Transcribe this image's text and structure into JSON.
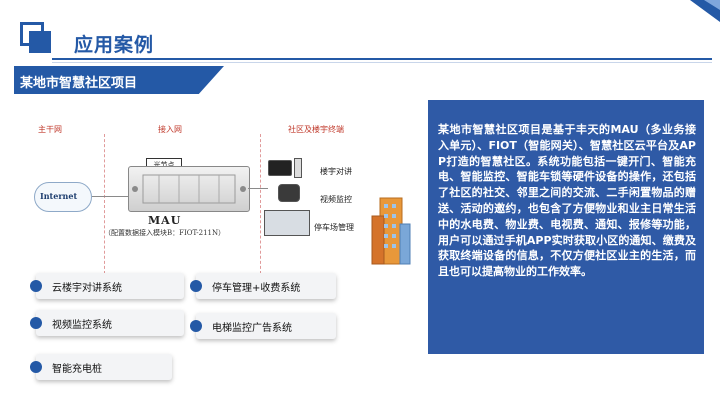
{
  "header": {
    "title": "应用案例"
  },
  "banner": {
    "label": "某地市智慧社区项目"
  },
  "diagram": {
    "zone_backbone": "主干网",
    "zone_access": "接入网",
    "zone_community": "社区及楼宇终端",
    "internet": "Internet",
    "fiber_label": "光节点",
    "device_name": "MAU",
    "device_config": "（配置数据接入模块B：FIOT-211N）",
    "terminals": [
      "楼宇对讲",
      "视频监控",
      "停车场管理"
    ]
  },
  "features": [
    "云楼宇对讲系统",
    "停车管理+收费系统",
    "视频监控系统",
    "电梯监控广告系统",
    "智能充电桩"
  ],
  "description": "某地市智慧社区项目是基于丰天的MAU（多业务接入单元）、FIOT（智能网关）、智慧社区云平台及APP打造的智慧社区。系统功能包括一键开门、智能充电、智能监控、智能车锁等硬件设备的操作，还包括了社区的社交、邻里之间的交流、二手闲置物品的赠送、活动的邀约，也包含了方便物业和业主日常生活中的水电费、物业费、电视费、通知、报修等功能，用户可以通过手机APP实时获取小区的通知、缴费及获取终端设备的信息，不仅方便社区业主的生活，而且也可以提高物业的工作效率。",
  "colors": {
    "accent": "#2459a6",
    "panel": "#2f5aa6"
  }
}
